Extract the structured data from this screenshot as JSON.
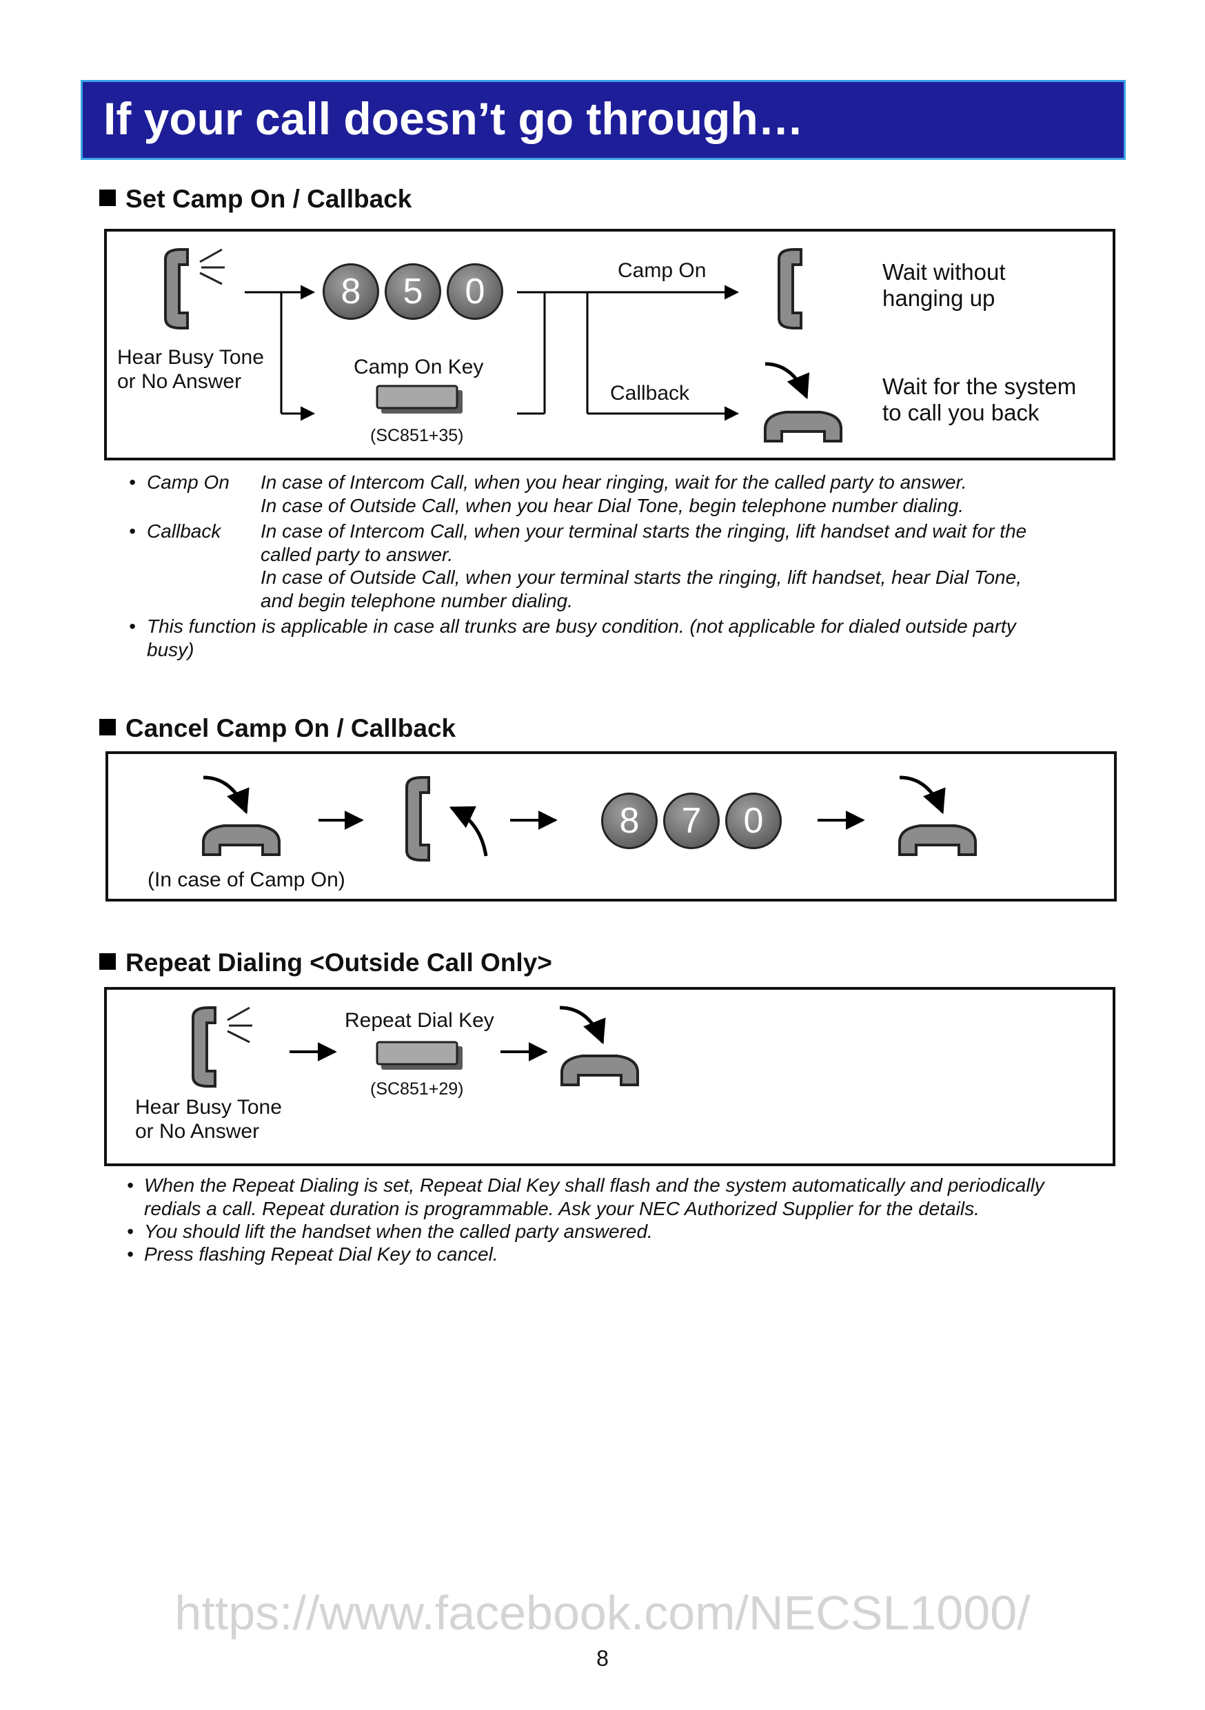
{
  "title": "If your call doesn’t go through…",
  "sections": {
    "set_camp_on": {
      "heading": "Set Camp On / Callback",
      "hear_busy_1": "Hear Busy Tone",
      "hear_busy_2": "or No Answer",
      "digits": [
        "8",
        "5",
        "0"
      ],
      "key_label": "Camp On Key",
      "key_code": "(SC851+35)",
      "camp_on_label": "Camp On",
      "callback_label": "Callback",
      "wait_without_1": "Wait without",
      "wait_without_2": "hanging up",
      "wait_system_1": "Wait for the system",
      "wait_system_2": "to call you back",
      "notes": {
        "camp_on_term": "Camp On",
        "camp_on_1": "In case of Intercom Call, when you hear ringing, wait for the called party to answer.",
        "camp_on_2": "In case of Outside Call, when you hear Dial Tone, begin telephone number dialing.",
        "callback_term": "Callback",
        "callback_1": "In case of Intercom Call, when your terminal starts the ringing, lift handset and wait for the",
        "callback_2": "called party to answer.",
        "callback_3": "In case of Outside Call, when your terminal starts the ringing, lift handset, hear Dial Tone,",
        "callback_4": "and begin telephone number dialing.",
        "function_1": "This function is applicable in case all trunks are busy condition. (not applicable for dialed outside party",
        "function_2": "busy)"
      }
    },
    "cancel_camp_on": {
      "heading": "Cancel Camp On / Callback",
      "digits": [
        "8",
        "7",
        "0"
      ],
      "in_case": "(In case of Camp On)"
    },
    "repeat_dialing": {
      "heading": "Repeat Dialing <Outside Call Only>",
      "hear_busy_1": "Hear Busy Tone",
      "hear_busy_2": "or No Answer",
      "key_label": "Repeat Dial Key",
      "key_code": "(SC851+29)",
      "notes": {
        "n1a": "When the Repeat Dialing is set, Repeat Dial Key shall flash and the system automatically and periodically",
        "n1b": "redials a call. Repeat duration is programmable. Ask your NEC Authorized Supplier for the details.",
        "n2": "You should lift the handset when the called party answered.",
        "n3": "Press flashing Repeat Dial Key to cancel."
      }
    }
  },
  "footer": {
    "watermark": "https://www.facebook.com/NECSL1000/",
    "page_number": "8"
  },
  "colors": {
    "title_bg": "#1e1e99",
    "title_border": "#3aa0e8",
    "handset_gray": "#8c8c8c",
    "key_gray": "#9a9a9a",
    "digit_gray": "#6e6e6e"
  }
}
